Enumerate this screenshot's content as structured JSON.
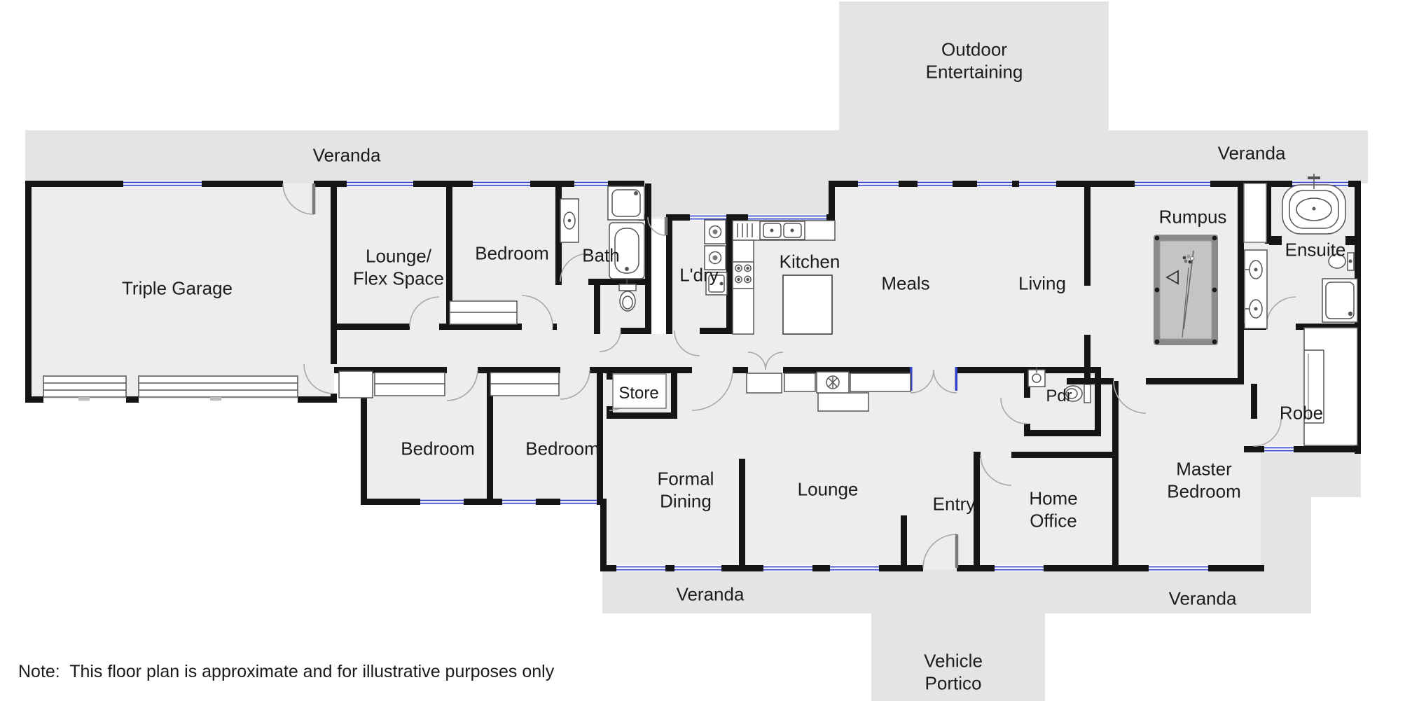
{
  "meta": {
    "type": "residential floor plan",
    "colors": {
      "wall": "#151515",
      "window_glass": "#3442c8",
      "veranda_fill": "#e4e4e4",
      "interior_fill": "#ededed",
      "fixture_fill": "#ffffff",
      "pool_table_felt": "#c4c4c4",
      "door_arc": "#a8a8a8"
    }
  },
  "labels": {
    "veranda_top_left": "Veranda",
    "veranda_top_right": "Veranda",
    "outdoor_entertaining": "Outdoor Entertaining",
    "triple_garage": "Triple Garage",
    "lounge_flex": "Lounge/ Flex Space",
    "bedroom_top": "Bedroom",
    "bath": "Bath",
    "laundry": "L'dry",
    "kitchen": "Kitchen",
    "meals": "Meals",
    "living": "Living",
    "rumpus": "Rumpus",
    "ensuite": "Ensuite",
    "store": "Store",
    "bedroom_bottom_left": "Bedroom",
    "bedroom_bottom_mid": "Bedroom",
    "formal_dining": "Formal Dining",
    "lounge": "Lounge",
    "entry": "Entry",
    "home_office": "Home Office",
    "powder": "Pdr",
    "master_bedroom": "Master Bedroom",
    "robe": "Robe",
    "veranda_bottom_left": "Veranda",
    "veranda_bottom_right": "Veranda",
    "vehicle_portico": "Vehicle Portico"
  },
  "note": "Note:  This floor plan is approximate and for illustrative purposes only",
  "icons": [
    "pool-table-icon",
    "bathtub-icon",
    "freestanding-bath-icon",
    "shower-icon",
    "toilet-icon",
    "vanity-sink-icon",
    "double-sink-icon",
    "stove-icon",
    "washer-icon",
    "dryer-icon",
    "laundry-trough-icon",
    "kitchen-island-icon",
    "fireplace-icon",
    "garage-door-icon",
    "wardrobe-icon",
    "door-arc-icon",
    "window-icon"
  ]
}
